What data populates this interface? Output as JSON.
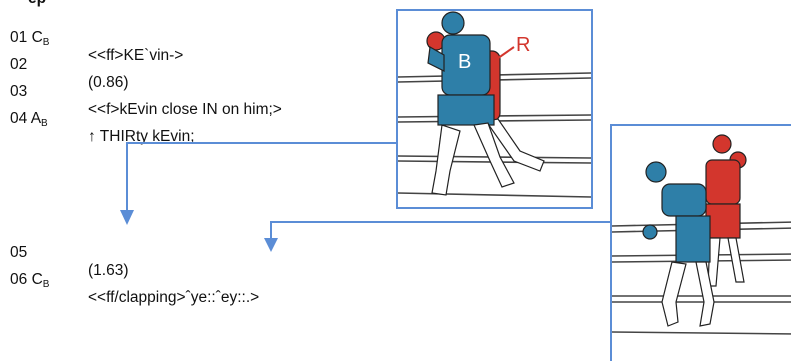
{
  "header": {
    "visible_fragment": "ep"
  },
  "lines": [
    {
      "num": "01",
      "speaker": "C",
      "speaker_sub": "B",
      "text": "<<ff>KE`vin->"
    },
    {
      "num": "02",
      "speaker": "",
      "speaker_sub": "",
      "text": "(0.86)"
    },
    {
      "num": "03",
      "speaker": "",
      "speaker_sub": "",
      "text": "<<f>kEvin close IN on him;>"
    },
    {
      "num": "04",
      "speaker": "A",
      "speaker_sub": "B",
      "text": "↑ THIRty kEvin;"
    },
    {
      "num": "05",
      "speaker": "",
      "speaker_sub": "",
      "text": "(1.63)"
    },
    {
      "num": "06",
      "speaker": "C",
      "speaker_sub": "B",
      "text": "<<ff/clapping>ˆye::ˆey::.>"
    }
  ],
  "image1": {
    "label_boxer_blue": "B",
    "label_boxer_red": "R"
  },
  "colors": {
    "blue_boxer": "#2e7fa8",
    "red_boxer": "#d3362d",
    "connector": "#5b8dd6"
  }
}
